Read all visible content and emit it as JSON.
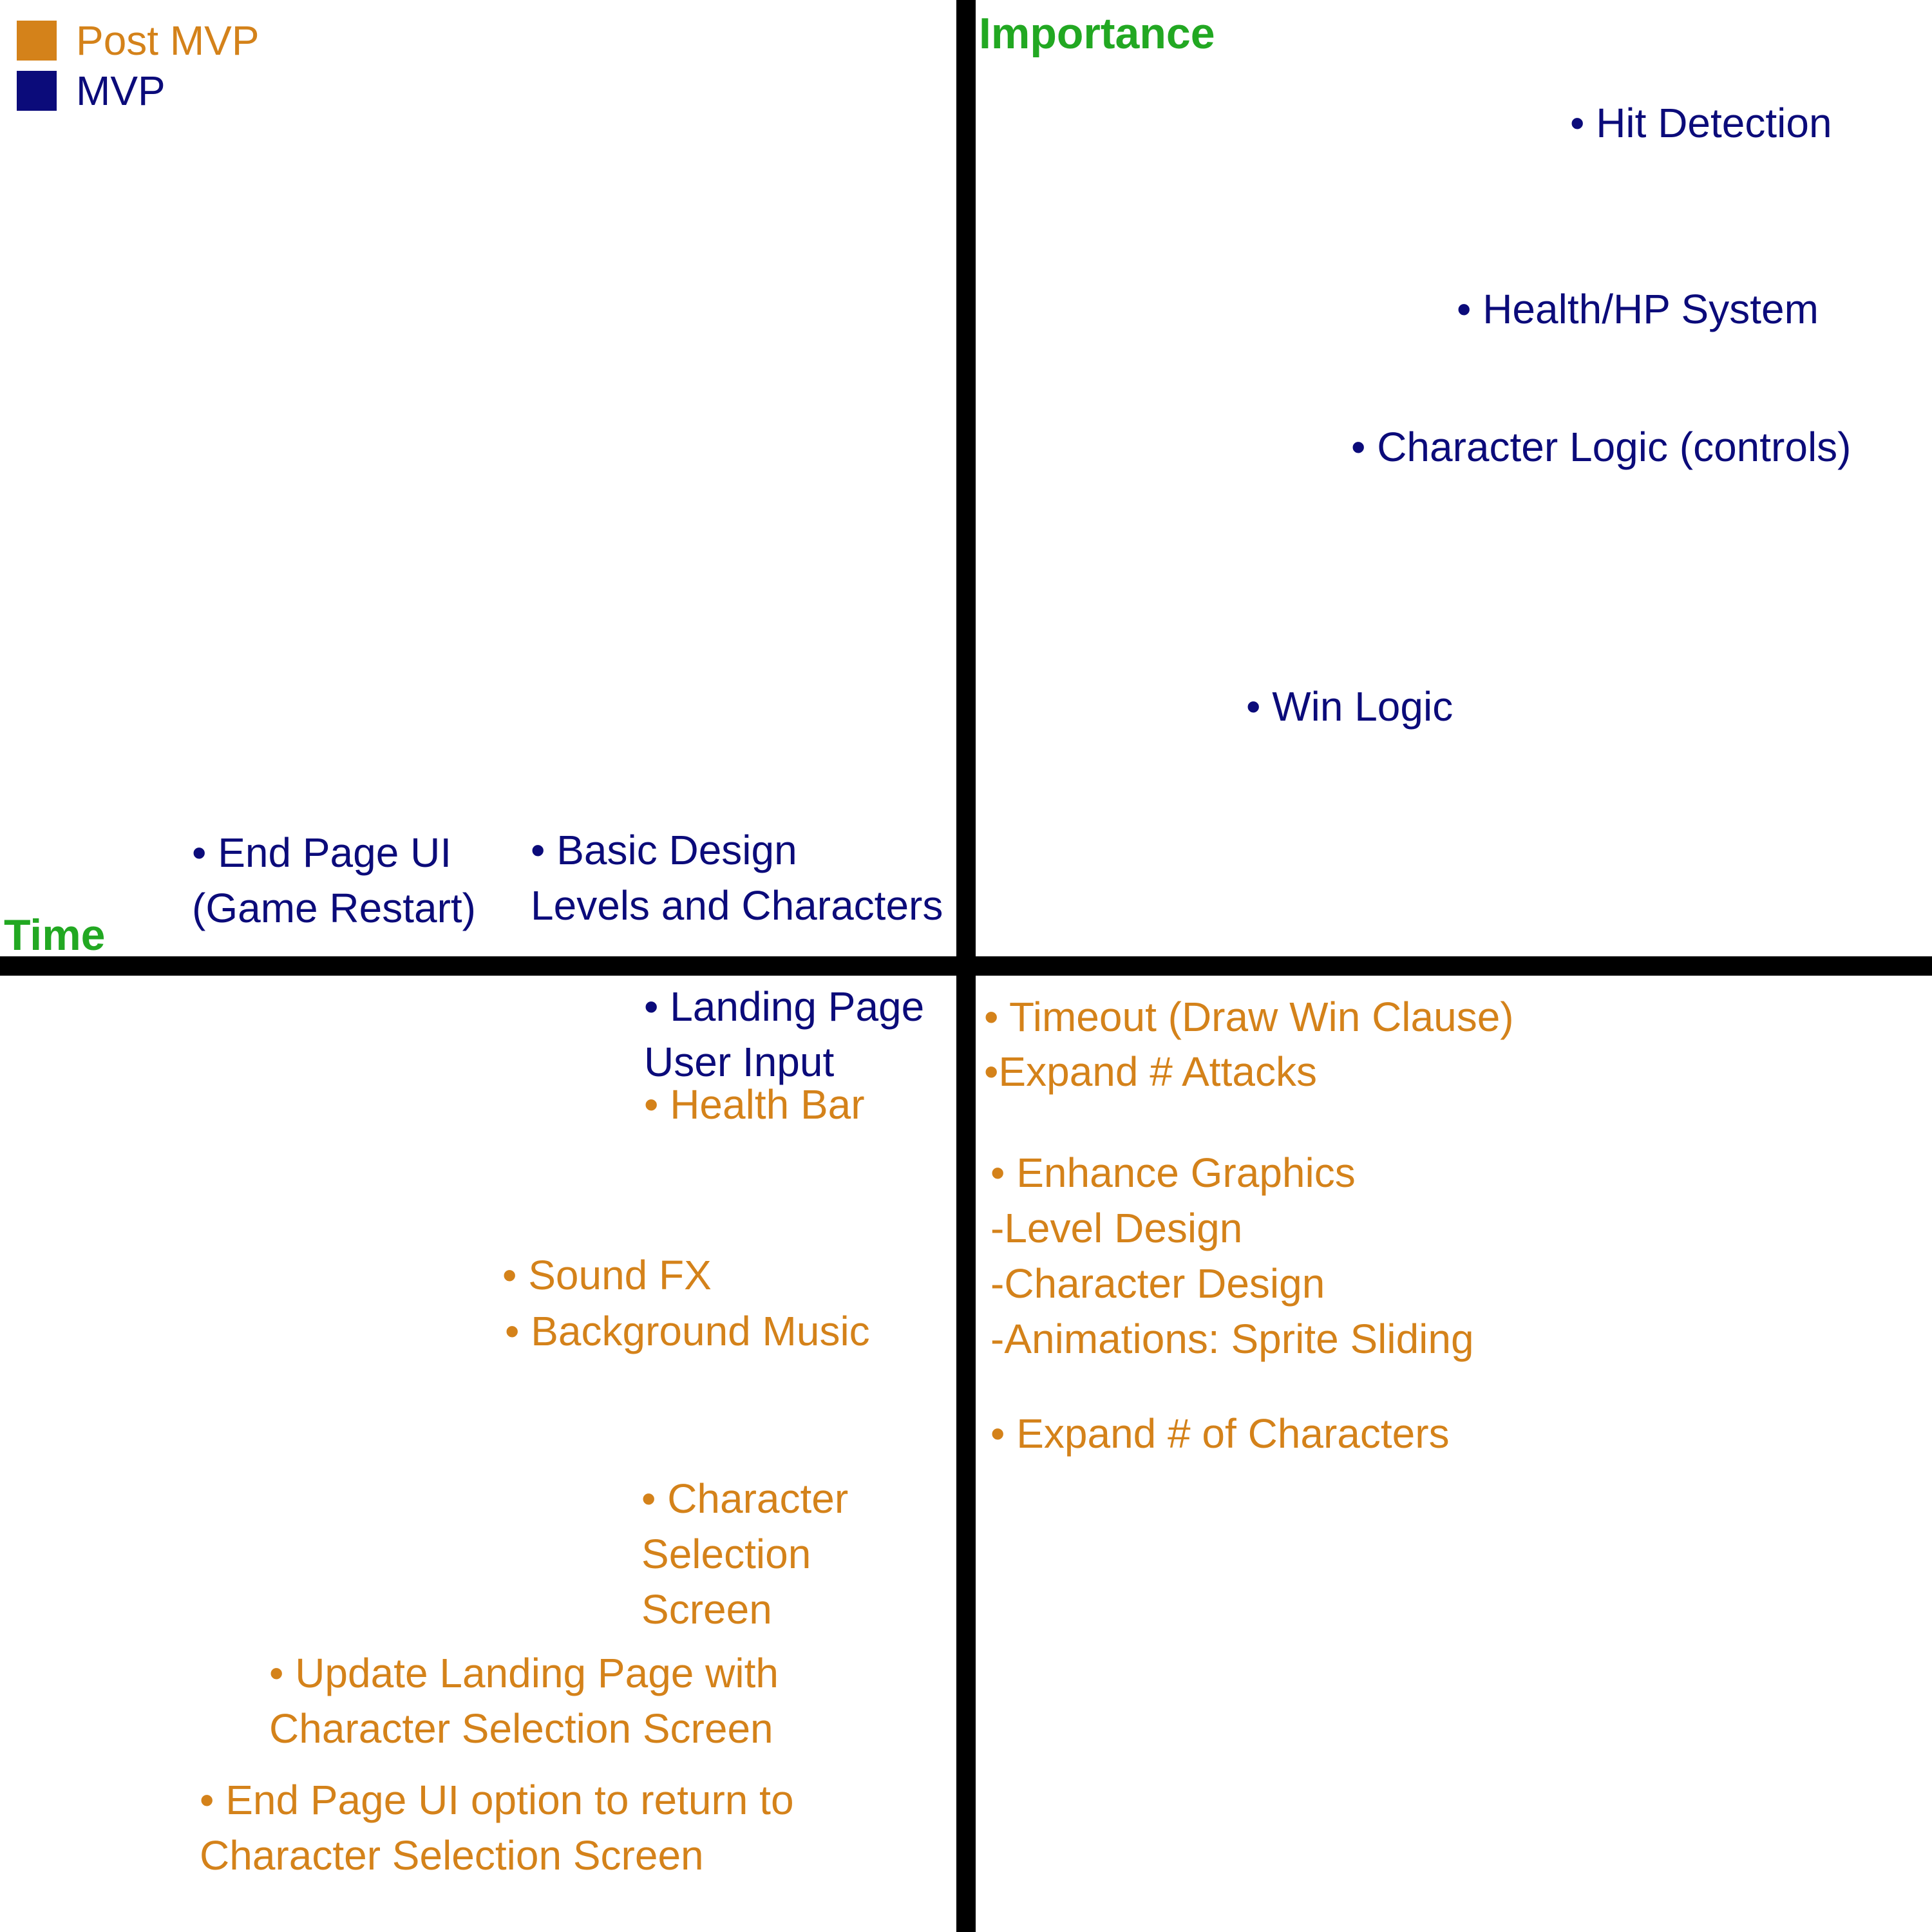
{
  "colors": {
    "mvp": "#0b0b7a",
    "post_mvp": "#d4821a",
    "axis_label": "#22a822",
    "axis": "#000000",
    "background": "#ffffff"
  },
  "axes": {
    "vertical_label": "Importance",
    "horizontal_label": "Time"
  },
  "legend": [
    {
      "label": "Post MVP",
      "category": "post_mvp"
    },
    {
      "label": "MVP",
      "category": "mvp"
    }
  ],
  "items": [
    {
      "category": "mvp",
      "lines": [
        "• Hit Detection"
      ]
    },
    {
      "category": "mvp",
      "lines": [
        "• Health/HP System"
      ]
    },
    {
      "category": "mvp",
      "lines": [
        "• Character Logic (controls)"
      ]
    },
    {
      "category": "mvp",
      "lines": [
        "• Win Logic"
      ]
    },
    {
      "category": "mvp",
      "lines": [
        "• End Page UI",
        "(Game Restart)"
      ]
    },
    {
      "category": "mvp",
      "lines": [
        "• Basic Design",
        "Levels and Characters"
      ]
    },
    {
      "category": "mvp",
      "lines": [
        "• Landing Page",
        "User Input"
      ]
    },
    {
      "category": "post_mvp",
      "lines": [
        "• Health Bar"
      ]
    },
    {
      "category": "post_mvp",
      "lines": [
        "• Timeout (Draw Win Clause)"
      ]
    },
    {
      "category": "post_mvp",
      "lines": [
        "•Expand # Attacks"
      ]
    },
    {
      "category": "post_mvp",
      "lines": [
        "• Enhance Graphics",
        "-Level Design",
        "-Character Design",
        "-Animations: Sprite Sliding"
      ]
    },
    {
      "category": "post_mvp",
      "lines": [
        "• Expand # of Characters"
      ]
    },
    {
      "category": "post_mvp",
      "lines": [
        "• Sound FX"
      ]
    },
    {
      "category": "post_mvp",
      "lines": [
        "• Background Music"
      ]
    },
    {
      "category": "post_mvp",
      "lines": [
        "• Character",
        "Selection",
        "Screen"
      ]
    },
    {
      "category": "post_mvp",
      "lines": [
        "• Update Landing Page with",
        "Character Selection Screen"
      ]
    },
    {
      "category": "post_mvp",
      "lines": [
        "• End Page UI option to return to",
        "Character Selection Screen"
      ]
    }
  ]
}
